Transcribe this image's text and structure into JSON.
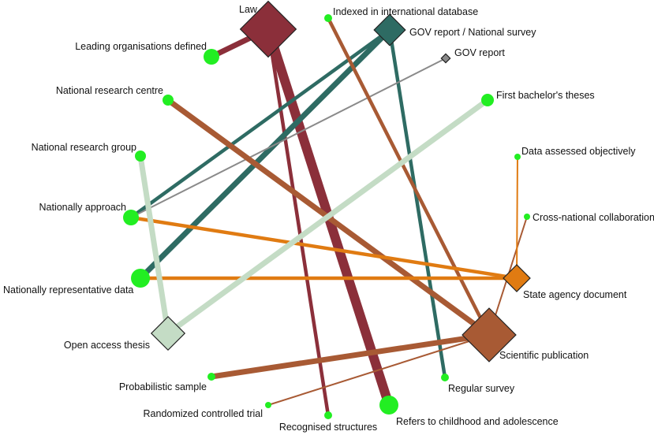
{
  "colors": {
    "law": "#8b2f3a",
    "gov": "#2e6b63",
    "grey": "#8a8a8a",
    "open_access": "#c4dcc5",
    "state_agency": "#e07b12",
    "scientific": "#a85a34",
    "leaf_node": "#22ee22",
    "node_stroke": "#222222"
  },
  "hubs": [
    {
      "id": "law",
      "label": "Law",
      "color_key": "law"
    },
    {
      "id": "gov_nat",
      "label": "GOV report / National survey",
      "color_key": "gov"
    },
    {
      "id": "gov_report",
      "label": "GOV report",
      "color_key": "grey"
    },
    {
      "id": "state",
      "label": "State agency document",
      "color_key": "state_agency"
    },
    {
      "id": "sci",
      "label": "Scientific publication",
      "color_key": "scientific"
    },
    {
      "id": "open",
      "label": "Open access thesis",
      "color_key": "open_access"
    }
  ],
  "leaves": [
    {
      "id": "indexed",
      "label": "Indexed in international database"
    },
    {
      "id": "leading",
      "label": "Leading organisations defined"
    },
    {
      "id": "nrc",
      "label": "National research centre"
    },
    {
      "id": "first_bach",
      "label": "First bachelor's theses"
    },
    {
      "id": "nrg",
      "label": "National research group"
    },
    {
      "id": "data_obj",
      "label": "Data assessed objectively"
    },
    {
      "id": "nat_approach",
      "label": "Nationally approach"
    },
    {
      "id": "cross",
      "label": "Cross-national collaboration"
    },
    {
      "id": "nat_rep",
      "label": "Nationally representative data"
    },
    {
      "id": "prob",
      "label": "Probabilistic sample"
    },
    {
      "id": "regular",
      "label": "Regular survey"
    },
    {
      "id": "rct",
      "label": "Randomized controlled trial"
    },
    {
      "id": "recog",
      "label": "Recognised structures"
    },
    {
      "id": "childhood",
      "label": "Refers to childhood and adolescence"
    }
  ],
  "edges": [
    {
      "from": "law",
      "to": "leading",
      "color_key": "law",
      "weight": 3
    },
    {
      "from": "law",
      "to": "recog",
      "color_key": "law",
      "weight": 2
    },
    {
      "from": "law",
      "to": "childhood",
      "color_key": "law",
      "weight": 5
    },
    {
      "from": "gov_nat",
      "to": "nat_approach",
      "color_key": "gov",
      "weight": 2
    },
    {
      "from": "gov_nat",
      "to": "nat_rep",
      "color_key": "gov",
      "weight": 3
    },
    {
      "from": "gov_nat",
      "to": "regular",
      "color_key": "gov",
      "weight": 2
    },
    {
      "from": "gov_report",
      "to": "nat_approach",
      "color_key": "grey",
      "weight": 1
    },
    {
      "from": "sci",
      "to": "indexed",
      "color_key": "scientific",
      "weight": 2
    },
    {
      "from": "sci",
      "to": "nrc",
      "color_key": "scientific",
      "weight": 3
    },
    {
      "from": "sci",
      "to": "cross",
      "color_key": "scientific",
      "weight": 1
    },
    {
      "from": "sci",
      "to": "prob",
      "color_key": "scientific",
      "weight": 3
    },
    {
      "from": "sci",
      "to": "rct",
      "color_key": "scientific",
      "weight": 1
    },
    {
      "from": "state",
      "to": "data_obj",
      "color_key": "state_agency",
      "weight": 1
    },
    {
      "from": "state",
      "to": "nat_approach",
      "color_key": "state_agency",
      "weight": 2
    },
    {
      "from": "state",
      "to": "nat_rep",
      "color_key": "state_agency",
      "weight": 2
    },
    {
      "from": "open",
      "to": "first_bach",
      "color_key": "open_access",
      "weight": 3
    },
    {
      "from": "open",
      "to": "nrg",
      "color_key": "open_access",
      "weight": 3
    }
  ]
}
